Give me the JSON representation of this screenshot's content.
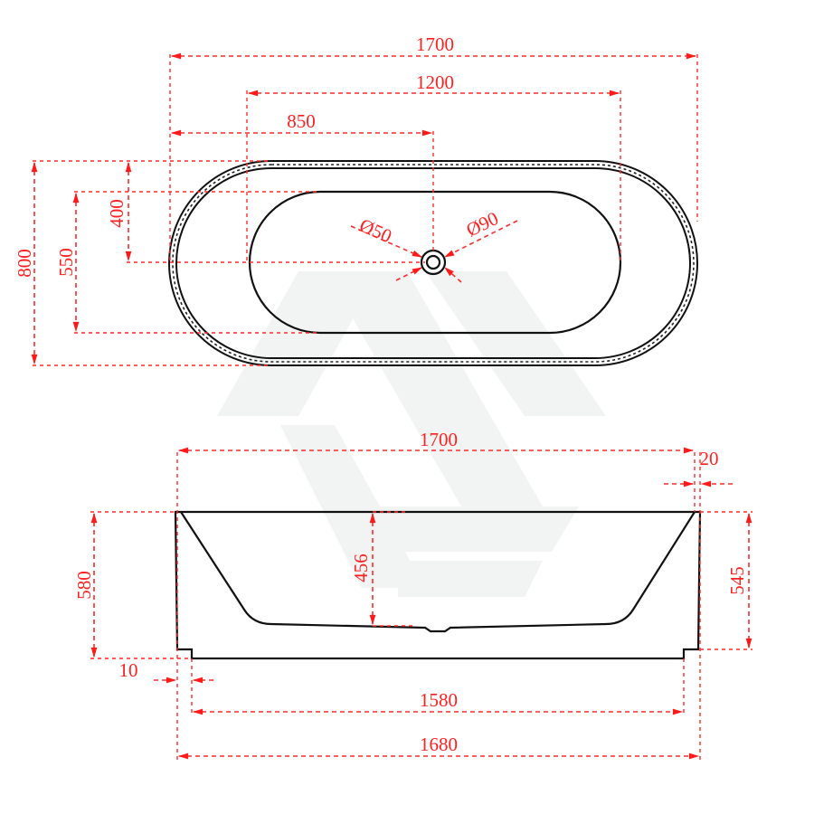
{
  "drawing": {
    "title": "Freestanding bathtub dimension drawing",
    "units": "mm",
    "colors": {
      "dimension": "#ff2a2a",
      "outline": "#111111",
      "watermark": "#f1f4f3",
      "background": "#ffffff"
    },
    "top_view": {
      "overall_length": "1700",
      "inner_basin_length": "1200",
      "waste_center_from_end": "850",
      "overall_width": "800",
      "inner_basin_width": "550",
      "waste_center_from_edge": "400",
      "waste_inner_diameter": "Ø50",
      "waste_outer_diameter": "Ø90"
    },
    "side_view": {
      "overall_length": "1700",
      "rim_thickness": "20",
      "overall_height": "580",
      "inner_depth": "456",
      "wall_height": "545",
      "plinth_inset": "10",
      "plinth_inner_length": "1580",
      "base_length": "1680"
    }
  }
}
